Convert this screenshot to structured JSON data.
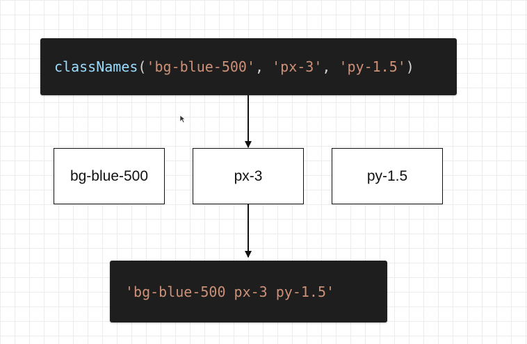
{
  "top_code": {
    "fn": "classNames",
    "open_paren": "(",
    "arg1": "'bg-blue-500'",
    "sep1": ", ",
    "arg2": "'px-3'",
    "sep2": ", ",
    "arg3": "'py-1.5'",
    "close_paren": ")"
  },
  "boxes": [
    {
      "label": "bg-blue-500"
    },
    {
      "label": "px-3"
    },
    {
      "label": "py-1.5"
    }
  ],
  "result_code": {
    "text": "'bg-blue-500 px-3 py-1.5'"
  },
  "colors": {
    "code_bg": "#1e1e1e",
    "function": "#9cdcfe",
    "string": "#ce9178",
    "punctuation": "#d4d4d4",
    "stroke": "#111111"
  }
}
